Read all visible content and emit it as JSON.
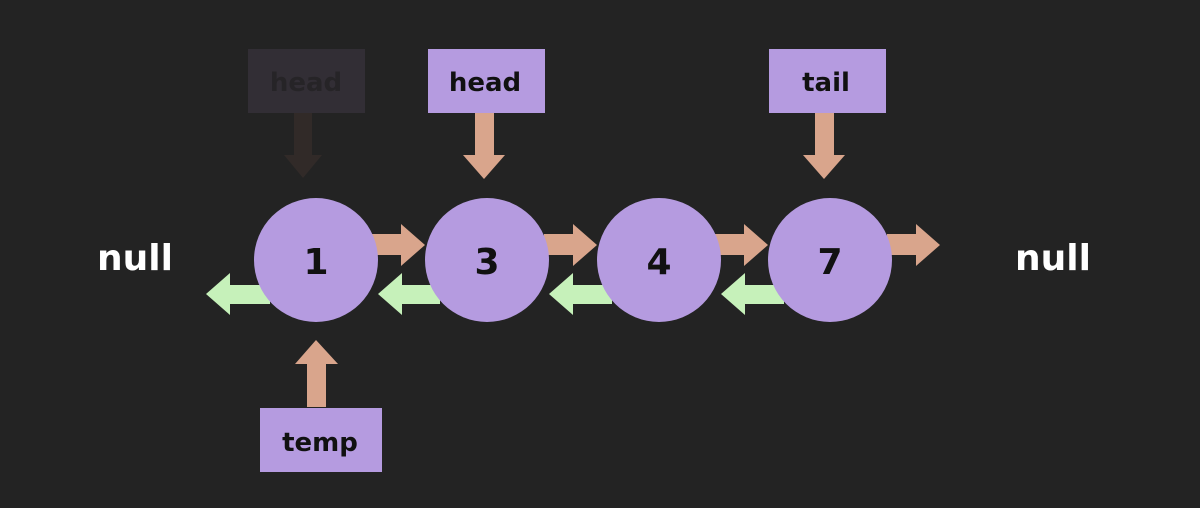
{
  "colors": {
    "background": "#232323",
    "node_fill": "#b59be0",
    "label_fill": "#b59be0",
    "faded_label_fill": "#322e35",
    "faded_label_text": "#262427",
    "faded_arrow": "#312a28",
    "next_arrow": "#d9a58c",
    "prev_arrow": "#c6f1ba",
    "text": "#ffffff",
    "node_text": "#111111"
  },
  "null_left": "null",
  "null_right": "null",
  "nodes": [
    {
      "value": "1"
    },
    {
      "value": "3"
    },
    {
      "value": "4"
    },
    {
      "value": "7"
    }
  ],
  "pointers": {
    "old_head": "head",
    "head": "head",
    "tail": "tail",
    "temp": "temp"
  }
}
